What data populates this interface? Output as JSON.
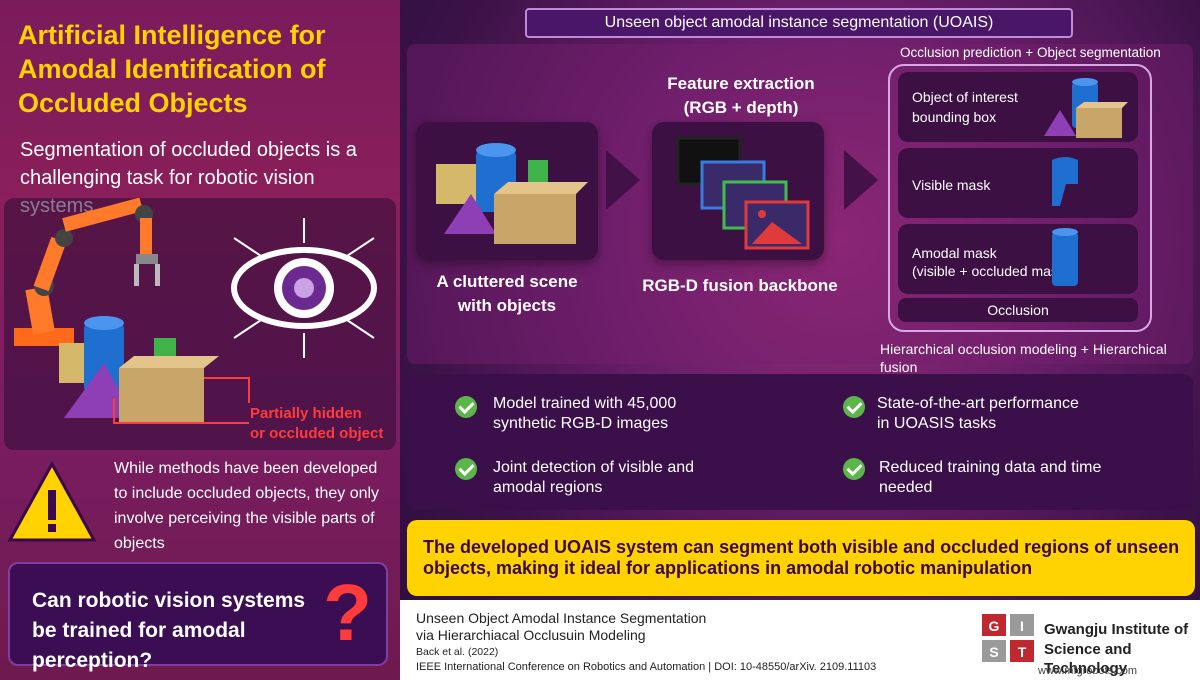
{
  "left": {
    "title": "Artificial Intelligence for Amodal Identification of Occluded Objects",
    "intro": "Segmentation of occluded objects is a challenging task for robotic vision systems",
    "occluded_label_1": "Partially hidden",
    "occluded_label_2": "or occluded object",
    "warning_text": "While methods have been developed to include occluded objects, they only involve perceiving the visible parts of objects",
    "question": "Can robotic vision systems be trained for amodal perception?",
    "question_mark": "?"
  },
  "pipeline": {
    "header": "Unseen object amodal instance segmentation (UOAIS)",
    "stage1_caption_1": "A cluttered scene",
    "stage1_caption_2": "with objects",
    "stage2_top_1": "Feature extraction",
    "stage2_top_2": "(RGB + depth)",
    "stage2_caption": "RGB-D fusion backbone",
    "stage3_top": "Occlusion prediction + Object segmentation",
    "cell1_1": "Object of interest",
    "cell1_2": "bounding box",
    "cell2": "Visible mask",
    "cell3_1": "Amodal mask",
    "cell3_2": "(visible + occluded mask)",
    "occlusion": "Occlusion",
    "bottom_note": "Hierarchical occlusion modeling + Hierarchical fusion"
  },
  "features": {
    "f1_1": "Model trained with 45,000",
    "f1_2": "synthetic RGB-D images",
    "f2_1": "State-of-the-art performance",
    "f2_2": "in UOASIS tasks",
    "f3_1": "Joint detection of visible and",
    "f3_2": "amodal regions",
    "f4_1": "Reduced training data and time",
    "f4_2": "needed"
  },
  "conclusion": "The developed UOAIS system can segment both visible and occluded regions of unseen objects, making it ideal for applications in amodal robotic manipulation",
  "footer": {
    "paper_title_1": "Unseen Object Amodal Instance Segmentation",
    "paper_title_2": "via Hierarchiacal Occlusuin Modeling",
    "authors": "Back et al. (2022)",
    "venue": "IEEE International Conference on Robotics and Automation | DOI: 10-48550/arXiv. 2109.11103",
    "org_1": "Gwangju Institute of",
    "org_2": "Science and Technology",
    "logo_letters": [
      "G",
      "I",
      "S",
      "T"
    ],
    "site": "www.mfgrobots.com"
  },
  "colors": {
    "accent_yellow": "#ffd200",
    "accent_red": "#ff3b3b",
    "check_green": "#5bb548",
    "panel_purple": "#3d1044"
  }
}
